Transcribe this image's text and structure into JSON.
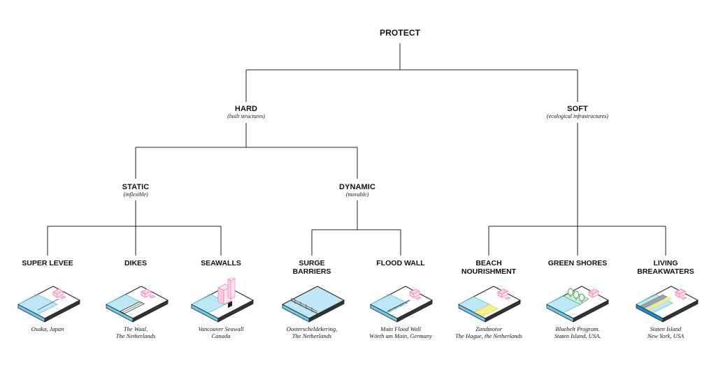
{
  "root": {
    "title": "PROTECT"
  },
  "hard": {
    "title": "HARD",
    "subtitle": "(built structures)"
  },
  "soft": {
    "title": "SOFT",
    "subtitle": "(ecological infrastructures)"
  },
  "static": {
    "title": "STATIC",
    "subtitle": "(inflexible)"
  },
  "dynamic": {
    "title": "DYNAMIC",
    "subtitle": "(movable)"
  },
  "leaves": [
    {
      "key": "super_levee",
      "title": [
        "SUPER LEVEE"
      ],
      "caption": [
        "Osaka, Japan"
      ]
    },
    {
      "key": "dikes",
      "title": [
        "DIKES"
      ],
      "caption": [
        "The Waal,",
        "The Netherlands"
      ]
    },
    {
      "key": "seawalls",
      "title": [
        "SEAWALLS"
      ],
      "caption": [
        "Vancouver Seawall",
        "Canada"
      ]
    },
    {
      "key": "surge_barriers",
      "title": [
        "SURGE",
        "BARRIERS"
      ],
      "caption": [
        "Oosterscheldekering,",
        "The Netherlands"
      ]
    },
    {
      "key": "flood_wall",
      "title": [
        "FLOOD WALL"
      ],
      "caption": [
        "Main Flood Wall",
        "Wörth am Main, Germany"
      ]
    },
    {
      "key": "beach_nourishment",
      "title": [
        "BEACH",
        "NOURISHMENT"
      ],
      "caption": [
        "Zandmotor",
        "The Hague, the Netherlands"
      ]
    },
    {
      "key": "green_shores",
      "title": [
        "GREEN SHORES"
      ],
      "caption": [
        "Bluebelt Program.",
        "Staten Island, USA."
      ]
    },
    {
      "key": "living_breakwaters",
      "title": [
        "LIVING",
        "BREAKWATERS"
      ],
      "caption": [
        "Staten Island",
        "New York, USA"
      ]
    }
  ],
  "colors": {
    "line": "#222222",
    "water": "#bfe8f6",
    "water_edge": "#6ccbea",
    "building": "#f47fb4",
    "sand": "#f6f08a",
    "green": "#3fa650",
    "stone": "#a0a0a0"
  }
}
